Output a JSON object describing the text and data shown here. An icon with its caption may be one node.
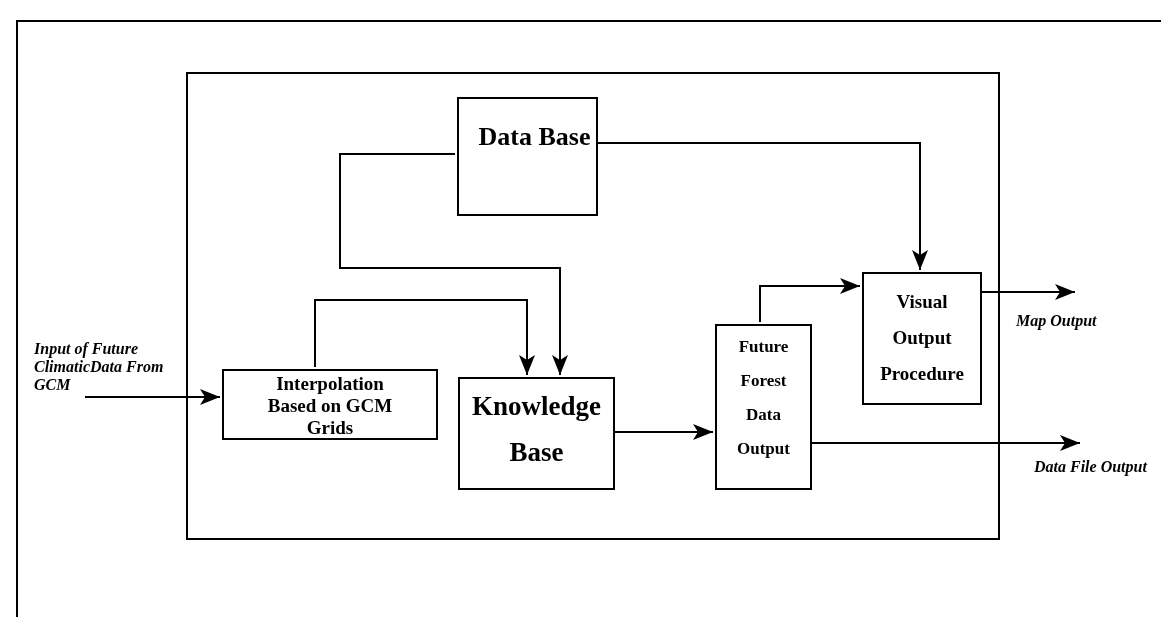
{
  "diagram": {
    "nodes": [
      {
        "text": [],
        "shape": "box"
      },
      {
        "text": [
          "Data Base"
        ],
        "in": 0
      },
      {
        "text": [
          "Visual Output Procedure"
        ],
        "in": 0
      },
      {
        "text": [
          "Interpolation Based on GCM Grids"
        ],
        "in": 0
      },
      {
        "text": [
          "Knowledge Base"
        ],
        "in": 0
      },
      {
        "text": [
          "Future Forest Data Output"
        ],
        "in": 0
      }
    ],
    "edges": [
      {
        "from": null,
        "to": 3,
        "arrow": "to",
        "label": "Input of Future ClimaticData From GCM"
      },
      {
        "from": 1,
        "to": 4,
        "arrow": "to"
      },
      {
        "from": 3,
        "to": 4,
        "arrow": "to"
      },
      {
        "from": 1,
        "to": 2,
        "arrow": "to"
      },
      {
        "from": 4,
        "to": 5,
        "arrow": "to"
      },
      {
        "from": 5,
        "to": 2,
        "arrow": "to"
      },
      {
        "from": 2,
        "to": null,
        "arrow": "to",
        "label": "Map Output"
      },
      {
        "from": 5,
        "to": null,
        "arrow": "to",
        "label": "Data File Output"
      }
    ]
  }
}
